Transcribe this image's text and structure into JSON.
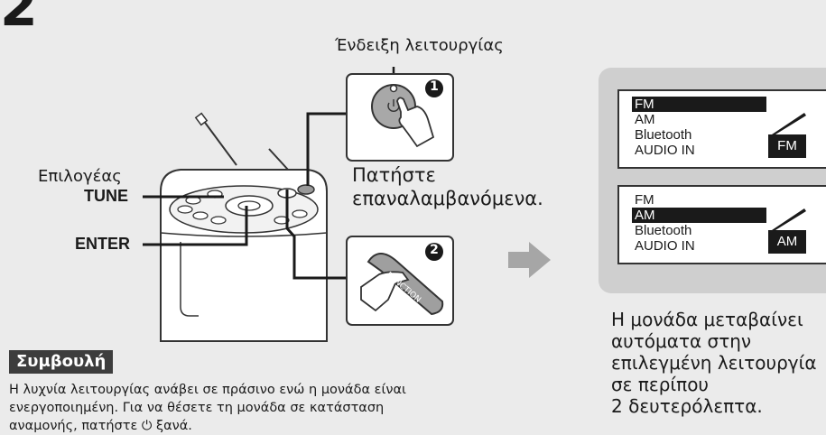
{
  "step_number": "2",
  "labels": {
    "power_indicator": "Ένδειξη λειτουργίας",
    "tune_selector": "Επιλογέας",
    "tune": "TUNE",
    "enter": "ENTER",
    "press_line1": "Πατήστε",
    "press_line2": "επαναλαμβανόμενα.",
    "function_button": "FUNCTION"
  },
  "callouts": [
    "1",
    "2"
  ],
  "display_1": {
    "items": [
      "FM",
      "AM",
      "Bluetooth",
      "AUDIO IN"
    ],
    "selected": "FM",
    "badge": "FM"
  },
  "display_2": {
    "items": [
      "FM",
      "AM",
      "Bluetooth",
      "AUDIO IN"
    ],
    "selected": "AM",
    "badge": "AM"
  },
  "result_text": [
    "Η μονάδα μεταβαίνει",
    "αυτόματα στην",
    "επιλεγμένη λειτουργία",
    "σε περίπου",
    "2 δευτερόλεπτα."
  ],
  "tip": {
    "title": "Συμβουλή",
    "lines": [
      "Η λυχνία λειτουργίας ανάβει σε πράσινο ενώ η μονάδα είναι",
      "ενεργοποιημένη. Για να θέσετε τη μονάδα σε κατάσταση",
      "αναμονής, πατήστε ⏻ ξανά."
    ]
  },
  "colors": {
    "background": "#ebebeb",
    "panel": "#cfcfcf",
    "arrow": "#a6a6a6",
    "dark": "#1a1a1a"
  }
}
